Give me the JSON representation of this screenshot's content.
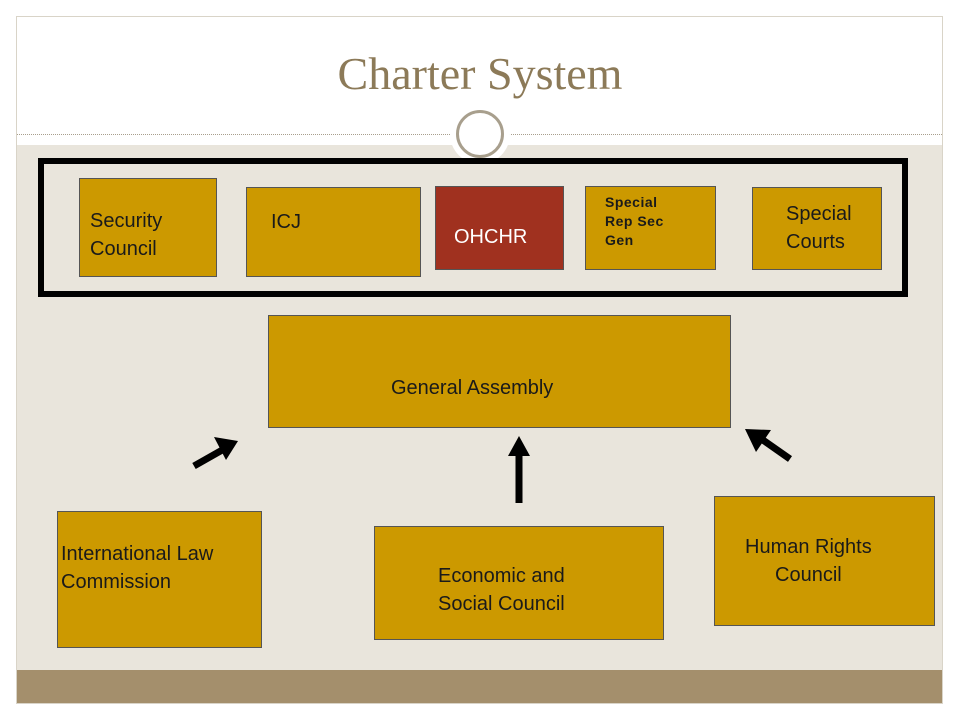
{
  "title": "Charter System",
  "theme": {
    "accent": "#cc9900",
    "highlight": "#a0311f",
    "title_color": "#8c7a58",
    "band": "#a48f6c",
    "background": "#e9e5dc"
  },
  "charter_bodies": {
    "security_council": [
      "Security",
      "Council"
    ],
    "icj": "ICJ",
    "ohchr": "OHCHR",
    "special_rep": [
      "Special",
      "Rep Sec",
      "Gen"
    ],
    "special_courts": [
      "Special",
      "Courts"
    ]
  },
  "general_assembly": "General Assembly",
  "subsidiary_bodies": {
    "ilc": [
      "International Law",
      "Commission"
    ],
    "ecosoc": [
      "Economic and",
      "Social Council"
    ],
    "hrc": [
      "Human Rights",
      "Council"
    ]
  }
}
